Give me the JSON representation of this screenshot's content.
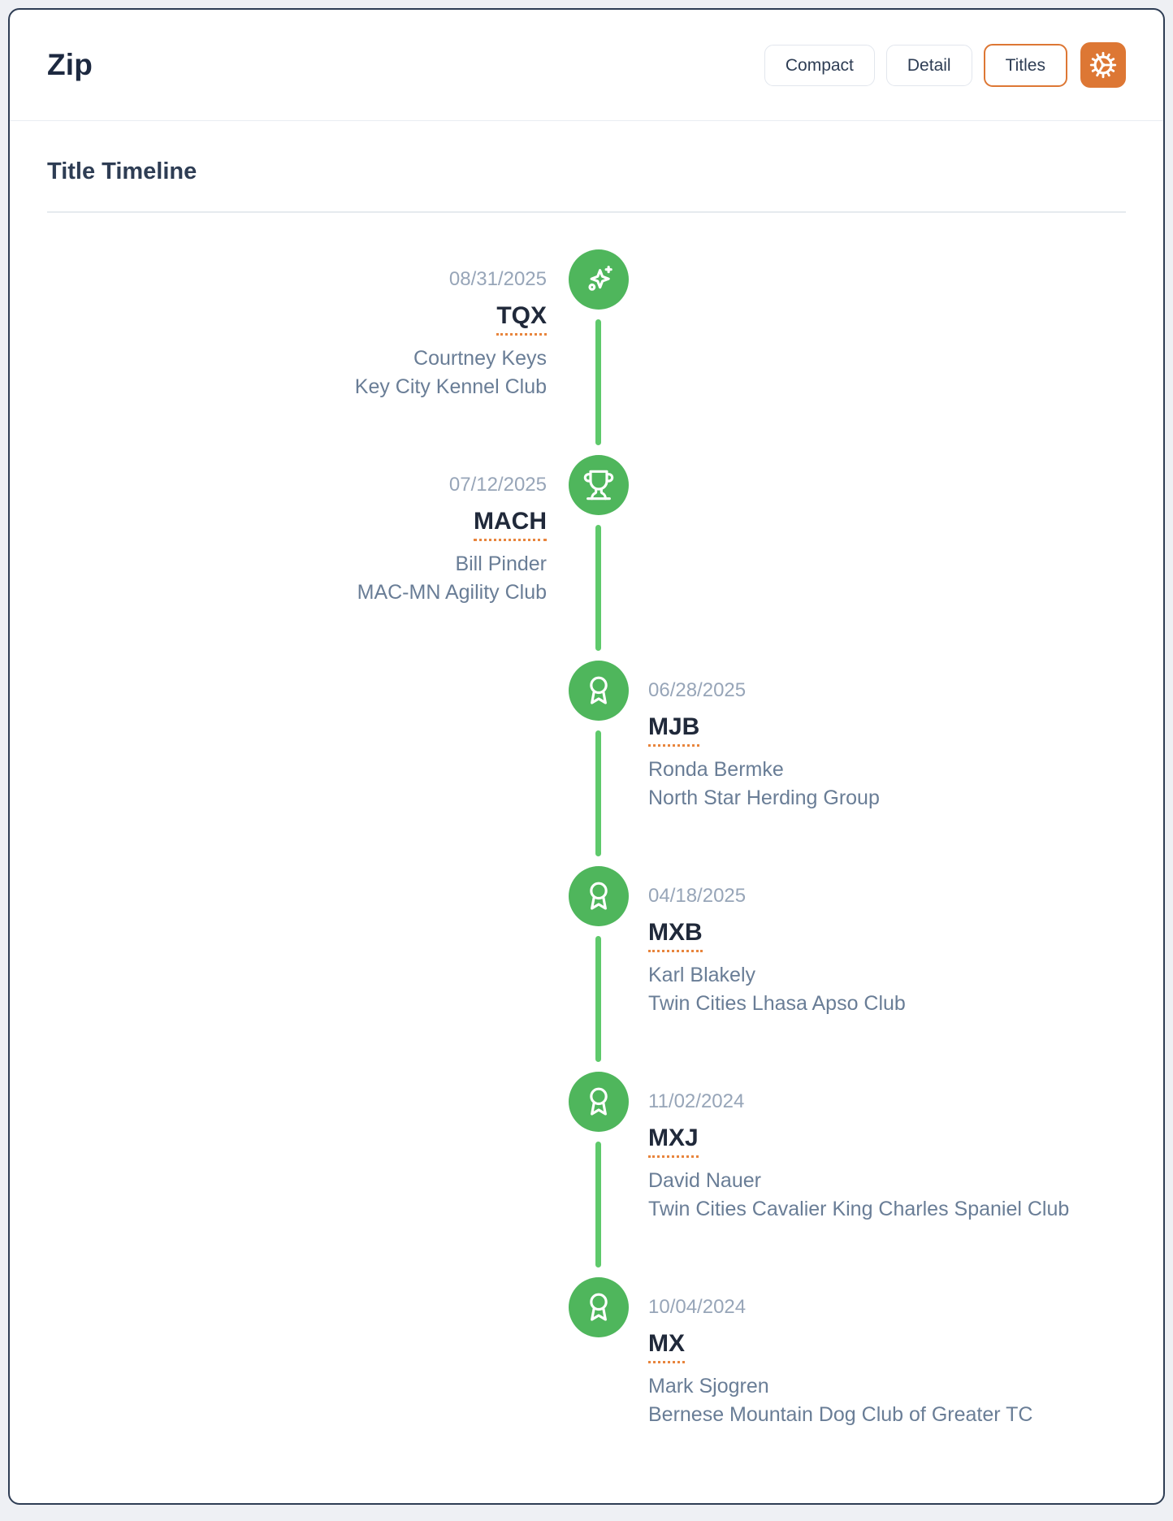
{
  "header": {
    "title": "Zip",
    "accent_color": "#dd7734",
    "view_buttons": [
      {
        "label": "Compact",
        "active": false
      },
      {
        "label": "Detail",
        "active": false
      },
      {
        "label": "Titles",
        "active": true
      }
    ],
    "settings_icon": "gear-icon"
  },
  "section": {
    "heading": "Title Timeline"
  },
  "timeline": {
    "line_color": "#5ec96b",
    "node_color": "#4fb65c",
    "title_underline_color": "#e8853d",
    "entries": [
      {
        "date": "08/31/2025",
        "title": "TQX",
        "person": "Courtney Keys",
        "club": "Key City Kennel Club",
        "icon": "sparkles-icon",
        "side": "left"
      },
      {
        "date": "07/12/2025",
        "title": "MACH",
        "person": "Bill Pinder",
        "club": "MAC-MN Agility Club",
        "icon": "trophy-icon",
        "side": "left"
      },
      {
        "date": "06/28/2025",
        "title": "MJB",
        "person": "Ronda Bermke",
        "club": "North Star Herding Group",
        "icon": "award-icon",
        "side": "right"
      },
      {
        "date": "04/18/2025",
        "title": "MXB",
        "person": "Karl Blakely",
        "club": "Twin Cities Lhasa Apso Club",
        "icon": "award-icon",
        "side": "right"
      },
      {
        "date": "11/02/2024",
        "title": "MXJ",
        "person": "David Nauer",
        "club": "Twin Cities Cavalier King Charles Spaniel Club",
        "icon": "award-icon",
        "side": "right"
      },
      {
        "date": "10/04/2024",
        "title": "MX",
        "person": "Mark Sjogren",
        "club": "Bernese Mountain Dog Club of Greater TC",
        "icon": "award-icon",
        "side": "right"
      }
    ]
  }
}
